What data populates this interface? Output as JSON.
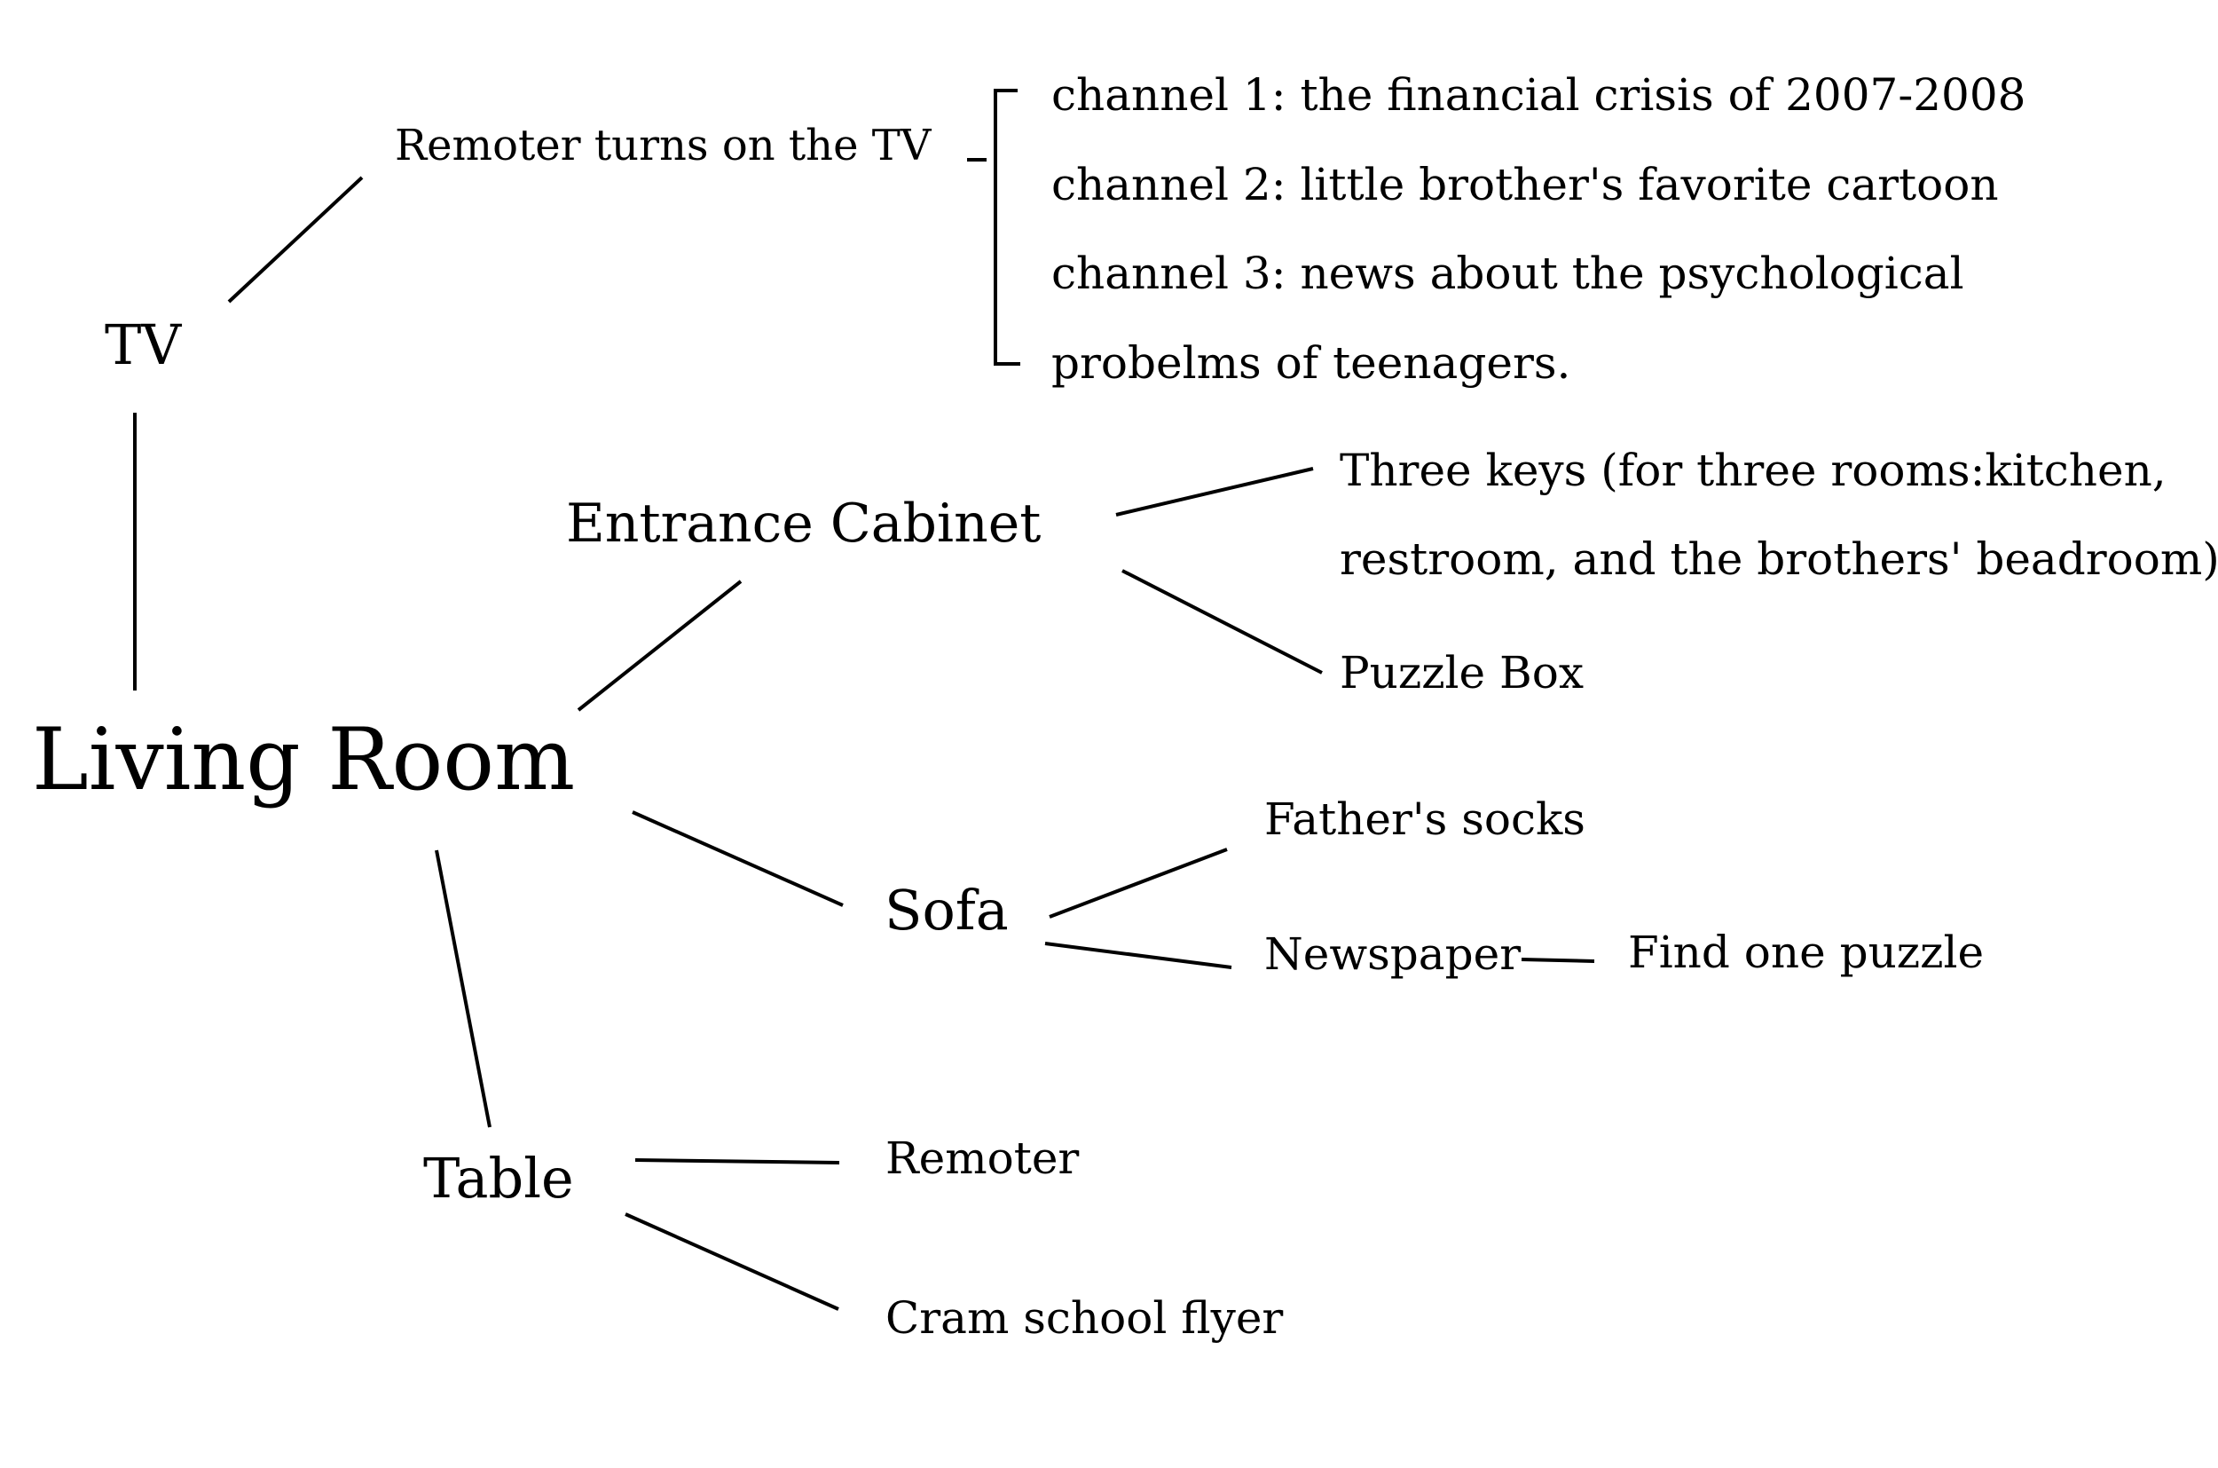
{
  "diagram": {
    "root": "Living Room",
    "tv": {
      "label": "TV",
      "action": "Remoter turns on the TV",
      "channels": [
        "channel 1: the financial crisis of 2007-2008",
        "channel 2: little brother's favorite cartoon",
        "channel 3: news about the psychological",
        "probelms of teenagers."
      ]
    },
    "entrance_cabinet": {
      "label": "Entrance Cabinet",
      "keys_line1": "Three keys (for three rooms:kitchen,",
      "keys_line2": "restroom, and the brothers' beadroom)",
      "puzzle_box": "Puzzle Box"
    },
    "sofa": {
      "label": "Sofa",
      "socks": "Father's socks",
      "newspaper": "Newspaper",
      "newspaper_child": "Find one puzzle"
    },
    "table": {
      "label": "Table",
      "remoter": "Remoter",
      "flyer": "Cram school flyer"
    }
  }
}
